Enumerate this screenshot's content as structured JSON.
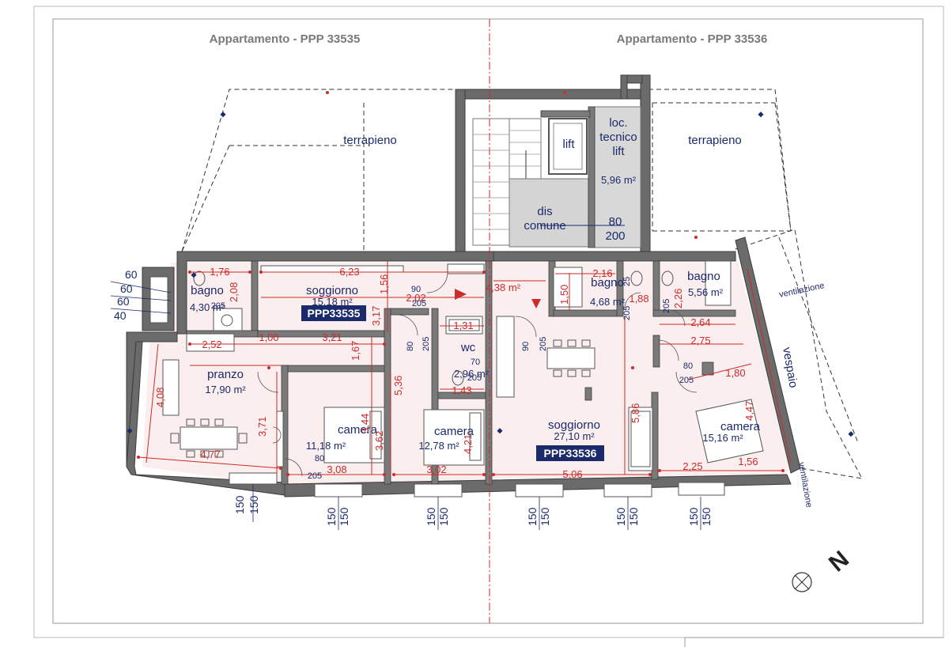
{
  "headers": {
    "left": "Appartamento - PPP 33535",
    "right": "Appartamento - PPP 33536"
  },
  "labels": {
    "terrapieno_left": "terrapieno",
    "terrapieno_right": "terrapieno",
    "lift": "lift",
    "loc_line1": "loc.",
    "loc_line2": "tecnico",
    "loc_line3": "lift",
    "loc_area": "5,96 m²",
    "dis_line1": "dis",
    "dis_line2": "comune",
    "door_80": "80",
    "door_200": "200",
    "vespaio": "vespaio",
    "ventilazione_top": "ventilazione",
    "ventilazione_bottom": "ventilazione",
    "bagno_a": "bagno",
    "bagno_a_area": "4,30 m²",
    "soggiorno_a": "soggiorno",
    "soggiorno_a_area": "15,18 m²",
    "tag_a": "PPP33535",
    "pranzo": "pranzo",
    "pranzo_area": "17,90 m²",
    "camera_a1": "camera",
    "camera_a1_area": "11,18 m²",
    "camera_a2": "camera",
    "camera_a2_area": "12,78 m²",
    "wc": "wc",
    "wc_area": "2,96 m²",
    "corridor_area": "4,38 m²",
    "bagno_b1": "bagno",
    "bagno_b1_area": "4,68 m²",
    "bagno_b2": "bagno",
    "bagno_b2_area": "5,56 m²",
    "soggiorno_b": "soggiorno",
    "soggiorno_b_area": "27,10 m²",
    "tag_b": "PPP33536",
    "camera_b": "camera",
    "camera_b_area": "15,16 m²"
  },
  "dimensions": {
    "d_1_76": "1,76",
    "d_2_08": "2,08",
    "d_6_23": "6,23",
    "d_1_56a": "1,56",
    "d_2_02": "2,02",
    "d_3_17": "3,17",
    "d_2_52": "2,52",
    "d_1_00": "1,00",
    "d_3_21": "3,21",
    "d_1_67": "1,67",
    "d_4_08": "4,08",
    "d_3_71": "3,71",
    "d_4_77": "4,77",
    "d_3_08": "3,08",
    "d_3_44": "3,44",
    "d_3_62": "3,62",
    "d_5_36": "5,36",
    "d_1_31": "1,31",
    "d_1_43": "1,43",
    "d_3_02": "3,02",
    "d_4_21": "4,21",
    "d_1_50": "1,50",
    "d_2_16": "2,16",
    "d_1_88": "1,88",
    "d_2_26": "2,26",
    "d_2_64": "2,64",
    "d_2_75": "2,75",
    "d_1_80": "1,80",
    "d_5_86": "5,86",
    "d_5_06": "5,06",
    "d_4_47": "4,47",
    "d_2_25": "2,25",
    "d_1_56b": "1,56"
  },
  "doors": {
    "wc_70": "70",
    "wc_205": "205",
    "d90a": "90",
    "d205a": "205",
    "d80a": "80",
    "d205b": "205",
    "d90b": "90",
    "d205c": "205",
    "d80b": "80",
    "d205d": "205",
    "d80c": "80",
    "d205e": "205",
    "d205f": "205",
    "d205g": "205",
    "d25": "25",
    "d205h": "205"
  },
  "windows": {
    "w60a": "60",
    "w60b": "60",
    "w60c": "60",
    "w40": "40",
    "w150": "150"
  },
  "compass": {
    "letter": "N"
  },
  "colors": {
    "wall": "#6b6b6b",
    "floor": "#fbeeee",
    "dimension": "#cc2b2b",
    "label": "#1b2a6b",
    "tag_bg": "#1b2a6b"
  }
}
